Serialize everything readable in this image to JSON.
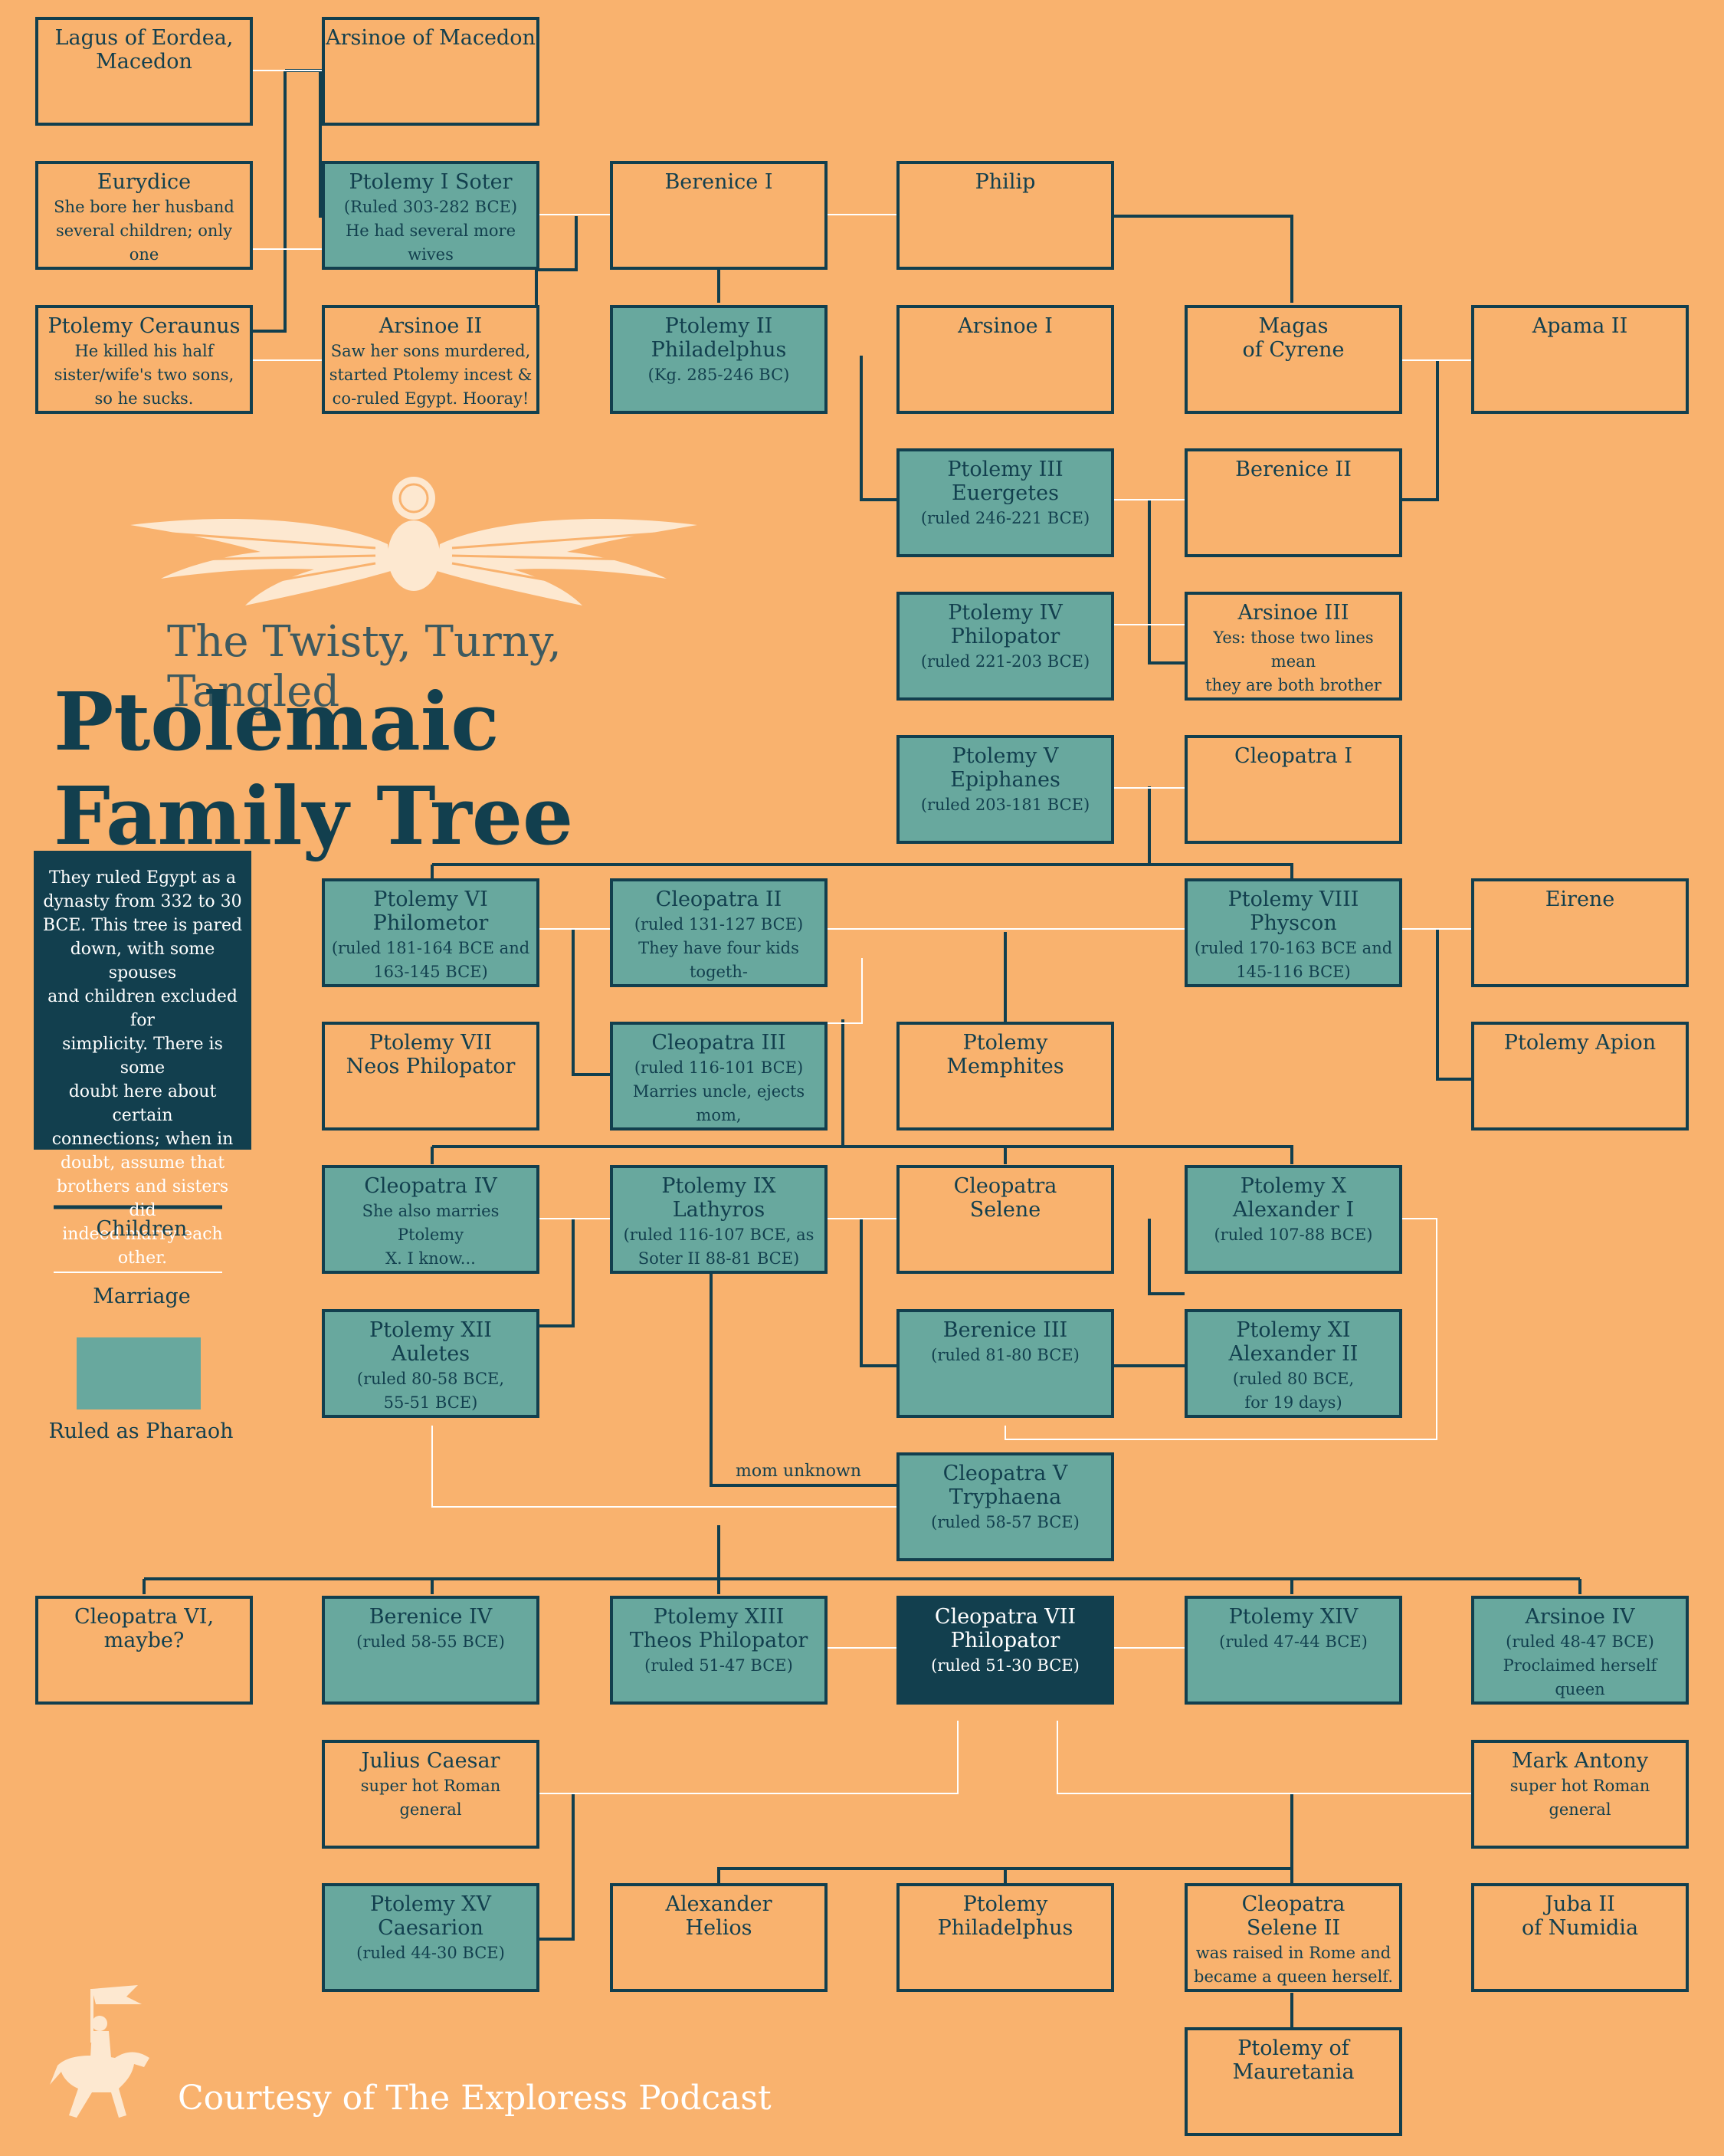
{
  "title": {
    "line1": "The Twisty, Turny, Tangled",
    "line2": "Ptolemaic Family Tree"
  },
  "info_text": "They ruled Egypt as a\ndynasty from 332 to 30\nBCE. This tree is pared\ndown, with some spouses\nand children excluded for\nsimplicity. There is some\ndoubt here about certain\nconnections; when in\ndoubt, assume that\nbrothers and sisters did\nindeed marry each other.",
  "legend": {
    "children": "Children",
    "marriage": "Marriage",
    "pharaoh": "Ruled as Pharaoh"
  },
  "mom_unknown": "mom unknown",
  "credit": "Courtesy of The Exploress Podcast",
  "icons": {
    "top": "winged-scarab-icon",
    "bottom": "knight-on-horse-icon"
  },
  "colors": {
    "background": "#f9b26e",
    "border": "#123f4e",
    "ruled": "#68a89e",
    "highlight": "#123f4e",
    "marriage_line": "#ffffff",
    "children_line": "#123f4e"
  },
  "people": {
    "lagus": {
      "name": "Lagus of Eordea,\nMacedon",
      "note": ""
    },
    "arsinoe_mac": {
      "name": "Arsinoe of Macedon",
      "note": ""
    },
    "eurydice": {
      "name": "Eurydice",
      "note": "She bore her husband\nseveral children; only one\nshown here."
    },
    "ptolemy1": {
      "name": "Ptolemy I Soter",
      "note": "(Ruled 303-282 BCE)\nHe had several more wives\nnot shown here."
    },
    "berenice1": {
      "name": "Berenice I",
      "note": ""
    },
    "philip": {
      "name": "Philip",
      "note": ""
    },
    "ceraunus": {
      "name": "Ptolemy Ceraunus",
      "note": "He killed his half\nsister/wife's two sons,\nso he sucks."
    },
    "arsinoe2": {
      "name": "Arsinoe II",
      "note": "Saw her sons murdered,\nstarted Ptolemy incest &\nco-ruled Egypt. Hooray!"
    },
    "ptolemy2": {
      "name": "Ptolemy II\nPhiladelphus",
      "note": "(Kg. 285-246 BC)"
    },
    "arsinoe1": {
      "name": "Arsinoe I",
      "note": ""
    },
    "magas": {
      "name": "Magas\nof Cyrene",
      "note": ""
    },
    "apama2": {
      "name": "Apama II",
      "note": ""
    },
    "ptolemy3": {
      "name": "Ptolemy III\nEuergetes",
      "note": "(ruled 246-221 BCE)"
    },
    "berenice2": {
      "name": "Berenice II",
      "note": ""
    },
    "ptolemy4": {
      "name": "Ptolemy IV\nPhilopator",
      "note": "(ruled 221-203 BCE)"
    },
    "arsinoe3": {
      "name": "Arsinoe III",
      "note": "Yes: those two lines mean\nthey are both brother sister\nAND married."
    },
    "ptolemy5": {
      "name": "Ptolemy V\nEpiphanes",
      "note": "(ruled 203-181 BCE)"
    },
    "cleopatra1": {
      "name": "Cleopatra I",
      "note": ""
    },
    "ptolemy6": {
      "name": "Ptolemy VI\nPhilometor",
      "note": "(ruled 181-164 BCE and\n163-145 BCE)"
    },
    "cleopatra2": {
      "name": "Cleopatra II",
      "note": "(ruled 131-127 BCE)\nThey have four kids togeth-\ner. One will overthrow her."
    },
    "ptolemy8": {
      "name": "Ptolemy VIII\nPhyscon",
      "note": "(ruled 170-163 BCE and\n145-116 BCE)"
    },
    "eirene": {
      "name": "Eirene",
      "note": ""
    },
    "ptolemy7": {
      "name": "Ptolemy VII\nNeos Philopator",
      "note": ""
    },
    "cleopatra3": {
      "name": "Cleopatra III",
      "note": "(ruled 116-101 BCE)\nMarries uncle, ejects mom,\nthen rules in a threeway."
    },
    "memphites": {
      "name": "Ptolemy\nMemphites",
      "note": ""
    },
    "apion": {
      "name": "Ptolemy Apion",
      "note": ""
    },
    "cleopatra4": {
      "name": "Cleopatra IV",
      "note": "She also marries Ptolemy\nX. I know..."
    },
    "ptolemy9": {
      "name": "Ptolemy IX\nLathyros",
      "note": "(ruled 116-107 BCE, as\nSoter II 88-81 BCE)"
    },
    "selene": {
      "name": "Cleopatra\nSelene",
      "note": ""
    },
    "ptolemy10": {
      "name": "Ptolemy X\nAlexander I",
      "note": "(ruled 107-88 BCE)"
    },
    "ptolemy12": {
      "name": "Ptolemy XII\nAuletes",
      "note": "(ruled 80-58 BCE,\n55-51 BCE)"
    },
    "berenice3": {
      "name": "Berenice III",
      "note": "(ruled 81-80 BCE)"
    },
    "ptolemy11": {
      "name": "Ptolemy XI\nAlexander II",
      "note": "(ruled 80 BCE,\nfor 19 days)"
    },
    "cleopatra5": {
      "name": "Cleopatra V\nTryphaena",
      "note": "(ruled 58-57 BCE)"
    },
    "cleopatra6": {
      "name": "Cleopatra VI, maybe?",
      "note": ""
    },
    "berenice4": {
      "name": "Berenice IV",
      "note": "(ruled 58-55 BCE)"
    },
    "ptolemy13": {
      "name": "Ptolemy XIII\nTheos Philopator",
      "note": "(ruled 51-47 BCE)"
    },
    "cleopatra7": {
      "name": "Cleopatra VII\nPhilopator",
      "note": "(ruled 51-30 BCE)"
    },
    "ptolemy14": {
      "name": "Ptolemy XIV",
      "note": "(ruled 47-44 BCE)"
    },
    "arsinoe4": {
      "name": "Arsinoe IV",
      "note": "(ruled 48-47 BCE)\nProclaimed herself queen\nfor about a hot minute."
    },
    "caesar": {
      "name": "Julius Caesar",
      "note": "super hot Roman general"
    },
    "antony": {
      "name": "Mark Antony",
      "note": "super hot Roman general"
    },
    "caesarion": {
      "name": "Ptolemy XV\nCaesarion",
      "note": "(ruled 44-30 BCE)"
    },
    "helios": {
      "name": "Alexander\nHelios",
      "note": ""
    },
    "philadelphus": {
      "name": "Ptolemy\nPhiladelphus",
      "note": ""
    },
    "selene2": {
      "name": "Cleopatra\nSelene II",
      "note": "was raised in Rome and\nbecame a queen herself."
    },
    "juba": {
      "name": "Juba II\nof Numidia",
      "note": ""
    },
    "mauretania": {
      "name": "Ptolemy of\nMauretania",
      "note": ""
    }
  }
}
